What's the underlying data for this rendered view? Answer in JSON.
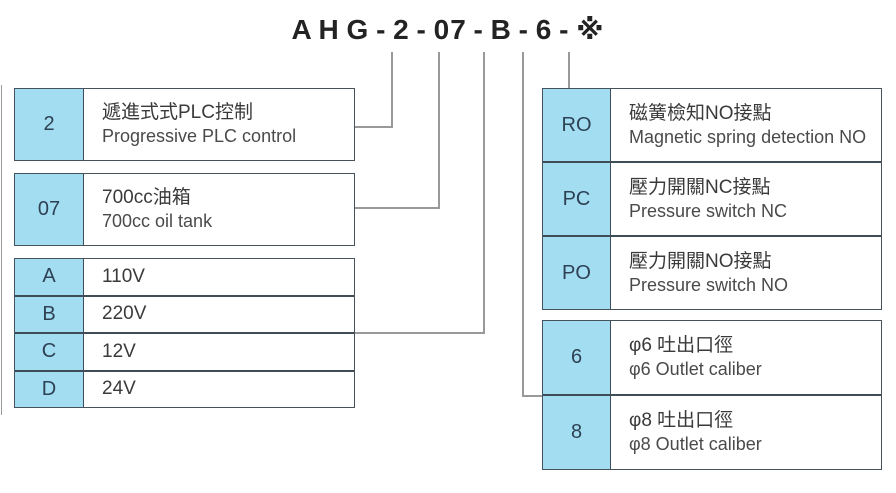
{
  "title": "A H G - 2 - 07 - B - 6 - ※",
  "colors": {
    "accent_blue": "#a3ddf2",
    "table_border_dark": "#3f4d58",
    "table_border_outer": "#46525c",
    "connector_gray": "#999999",
    "title_black": "#232323"
  },
  "left_tables": {
    "plc": {
      "code": "2",
      "zh": "遞進式式PLC控制",
      "en": "Progressive PLC control"
    },
    "tank": {
      "code": "07",
      "zh": "700cc油箱",
      "en": "700cc oil tank"
    },
    "voltage": [
      {
        "code": "A",
        "value": "110V"
      },
      {
        "code": "B",
        "value": "220V"
      },
      {
        "code": "C",
        "value": "12V"
      },
      {
        "code": "D",
        "value": "24V"
      }
    ]
  },
  "right_tables": {
    "contacts": [
      {
        "code": "RO",
        "zh": "磁簧檢知NO接點",
        "en": "Magnetic spring detection NO"
      },
      {
        "code": "PC",
        "zh": "壓力開關NC接點",
        "en": "Pressure switch NC"
      },
      {
        "code": "PO",
        "zh": "壓力開關NO接點",
        "en": "Pressure switch NO"
      }
    ],
    "outlets": [
      {
        "code": "6",
        "zh": "φ6 吐出口徑",
        "en": "φ6 Outlet caliber"
      },
      {
        "code": "8",
        "zh": "φ8 吐出口徑",
        "en": "φ8 Outlet caliber"
      }
    ]
  }
}
